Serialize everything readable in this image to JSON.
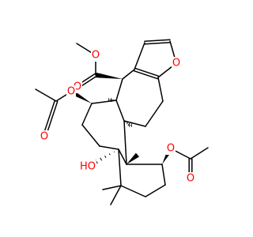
{
  "molecule": {
    "atom_colors": {
      "O": "#ff0000",
      "H": "#000000"
    },
    "atom_labels": [
      {
        "id": "o-furan",
        "text": "O",
        "element": "O"
      },
      {
        "id": "o-ester-carbonyl",
        "text": "O",
        "element": "O"
      },
      {
        "id": "o-ester-methoxy",
        "text": "O",
        "element": "O"
      },
      {
        "id": "o-acetoxy-left-ether",
        "text": "O",
        "element": "O"
      },
      {
        "id": "o-acetoxy-left-carbonyl",
        "text": "O",
        "element": "O"
      },
      {
        "id": "o-hydroxyl",
        "text": "HO",
        "element": "O"
      },
      {
        "id": "o-acetoxy-right-ether",
        "text": "O",
        "element": "O"
      },
      {
        "id": "o-acetoxy-right-carbonyl",
        "text": "O",
        "element": "O"
      }
    ],
    "stereo_labels": [
      {
        "id": "h-ring-junction-left",
        "text": "H"
      },
      {
        "id": "h-ring-junction-right",
        "text": "H"
      }
    ]
  }
}
